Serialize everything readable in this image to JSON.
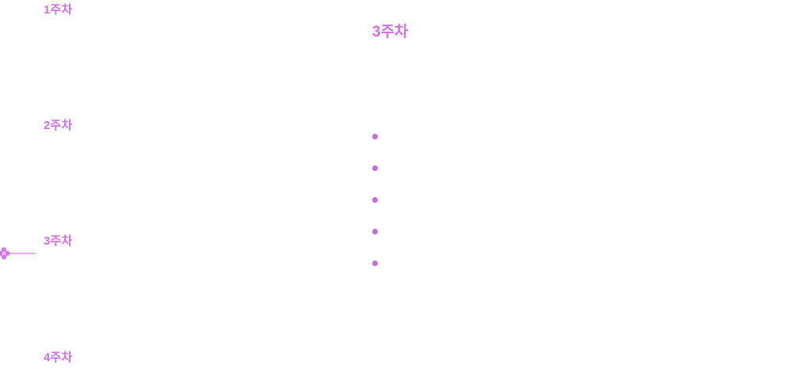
{
  "accent_color": "#d06fe6",
  "timeline": {
    "items": [
      {
        "label": "1주차",
        "active": false
      },
      {
        "label": "2주차",
        "active": false
      },
      {
        "label": "3주차",
        "active": true
      },
      {
        "label": "4주차",
        "active": false
      }
    ]
  },
  "detail": {
    "title": "3주차",
    "bullets": [
      "",
      "",
      "",
      "",
      ""
    ]
  },
  "icons": {
    "node_marker": "flower-node-icon"
  }
}
